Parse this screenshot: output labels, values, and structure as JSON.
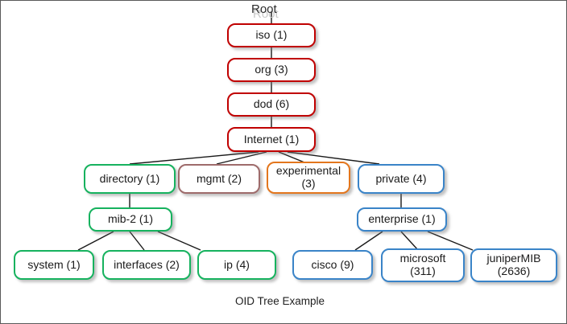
{
  "diagram": {
    "caption": "OID Tree Example",
    "root_label": "Root",
    "colors": {
      "red": "#c00000",
      "green": "#16b25e",
      "maroon": "#9e6b6b",
      "orange": "#e3761d",
      "blue": "#3a84c8",
      "frame": "#5a5a5a",
      "edge": "#1a1a1a",
      "background": "#ffffff"
    },
    "nodes": [
      {
        "id": "iso",
        "label": "iso (1)",
        "color": "red"
      },
      {
        "id": "org",
        "label": "org (3)",
        "color": "red"
      },
      {
        "id": "dod",
        "label": "dod (6)",
        "color": "red"
      },
      {
        "id": "internet",
        "label": "Internet (1)",
        "color": "red"
      },
      {
        "id": "directory",
        "label": "directory (1)",
        "color": "green"
      },
      {
        "id": "mgmt",
        "label": "mgmt (2)",
        "color": "maroon"
      },
      {
        "id": "experimental",
        "label": "experimental (3)",
        "color": "orange"
      },
      {
        "id": "private",
        "label": "private (4)",
        "color": "blue"
      },
      {
        "id": "mib2",
        "label": "mib-2 (1)",
        "color": "green"
      },
      {
        "id": "enterprise",
        "label": "enterprise (1)",
        "color": "blue"
      },
      {
        "id": "system",
        "label": "system (1)",
        "color": "green"
      },
      {
        "id": "interfaces",
        "label": "interfaces (2)",
        "color": "green"
      },
      {
        "id": "ip",
        "label": "ip (4)",
        "color": "green"
      },
      {
        "id": "cisco",
        "label": "cisco (9)",
        "color": "blue"
      },
      {
        "id": "microsoft",
        "label": "microsoft (311)",
        "color": "blue"
      },
      {
        "id": "juniper",
        "label": "juniperMIB (2636)",
        "color": "blue"
      }
    ],
    "edges": [
      [
        "root",
        "iso"
      ],
      [
        "iso",
        "org"
      ],
      [
        "org",
        "dod"
      ],
      [
        "dod",
        "internet"
      ],
      [
        "internet",
        "directory"
      ],
      [
        "internet",
        "mgmt"
      ],
      [
        "internet",
        "experimental"
      ],
      [
        "internet",
        "private"
      ],
      [
        "directory",
        "mib2"
      ],
      [
        "mib2",
        "system"
      ],
      [
        "mib2",
        "interfaces"
      ],
      [
        "mib2",
        "ip"
      ],
      [
        "private",
        "enterprise"
      ],
      [
        "enterprise",
        "cisco"
      ],
      [
        "enterprise",
        "microsoft"
      ],
      [
        "enterprise",
        "juniper"
      ]
    ]
  }
}
